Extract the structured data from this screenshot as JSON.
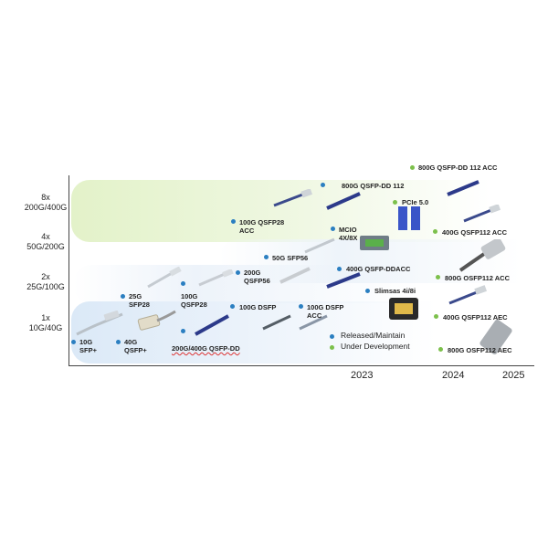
{
  "colors": {
    "released": "#2b7fc1",
    "development": "#7cc04b"
  },
  "y_axis": [
    {
      "id": "8x",
      "lines": [
        "8x",
        "200G/400G"
      ]
    },
    {
      "id": "4x",
      "lines": [
        "4x",
        "50G/200G"
      ]
    },
    {
      "id": "2x",
      "lines": [
        "2x",
        "25G/100G"
      ]
    },
    {
      "id": "1x",
      "lines": [
        "1x",
        "10G/40G"
      ]
    }
  ],
  "x_axis": [
    "2023",
    "2024",
    "2025"
  ],
  "legend": {
    "released": "Released/Maintain",
    "development": "Under Development"
  },
  "products": {
    "p10g": {
      "l1": "10G",
      "l2": "SFP+",
      "status": "released"
    },
    "p40g": {
      "l1": "40G",
      "l2": "QSFP+",
      "status": "released"
    },
    "p25g": {
      "l1": "25G",
      "l2": "SFP28",
      "status": "released"
    },
    "p100gq": {
      "l1": "100G",
      "l2": "QSFP28",
      "status": "released"
    },
    "p200g400g": {
      "l1": "200G/400G QSFP-DD",
      "l2": "",
      "status": "released"
    },
    "p200gq56": {
      "l1": "200G",
      "l2": "QSFP56",
      "status": "released"
    },
    "p100gdsfp": {
      "l1": "100G DSFP",
      "l2": "",
      "status": "released"
    },
    "p100gacc": {
      "l1": "100G QSFP28",
      "l2": "ACC",
      "status": "released"
    },
    "p50g": {
      "l1": "50G SFP56",
      "l2": "",
      "status": "released"
    },
    "p100gdsfpacc": {
      "l1": "100G DSFP",
      "l2": "ACC",
      "status": "released"
    },
    "p800g112": {
      "l1": "800G QSFP-DD 112",
      "l2": "",
      "status": "released"
    },
    "pmcio": {
      "l1": "MCIO",
      "l2": "4X/8X",
      "status": "released"
    },
    "p400gddacc": {
      "l1": "400G QSFP-DDACC",
      "l2": "",
      "status": "released"
    },
    "pslimsas": {
      "l1": "Slimsas 4i/8i",
      "l2": "",
      "status": "released"
    },
    "p800gdd112acc": {
      "l1": "800G QSFP-DD 112 ACC",
      "l2": "",
      "status": "development"
    },
    "ppcie": {
      "l1": "PCIe 5.0",
      "l2": "",
      "status": "development"
    },
    "p400g112acc": {
      "l1": "400G QSFP112 ACC",
      "l2": "",
      "status": "development"
    },
    "p800gosfpacc": {
      "l1": "800G OSFP112 ACC",
      "l2": "",
      "status": "development"
    },
    "p400g112aec": {
      "l1": "400G QSFP112 AEC",
      "l2": "",
      "status": "development"
    },
    "p800gosfpaec": {
      "l1": "800G OSFP112 AEC",
      "l2": "",
      "status": "development"
    }
  }
}
